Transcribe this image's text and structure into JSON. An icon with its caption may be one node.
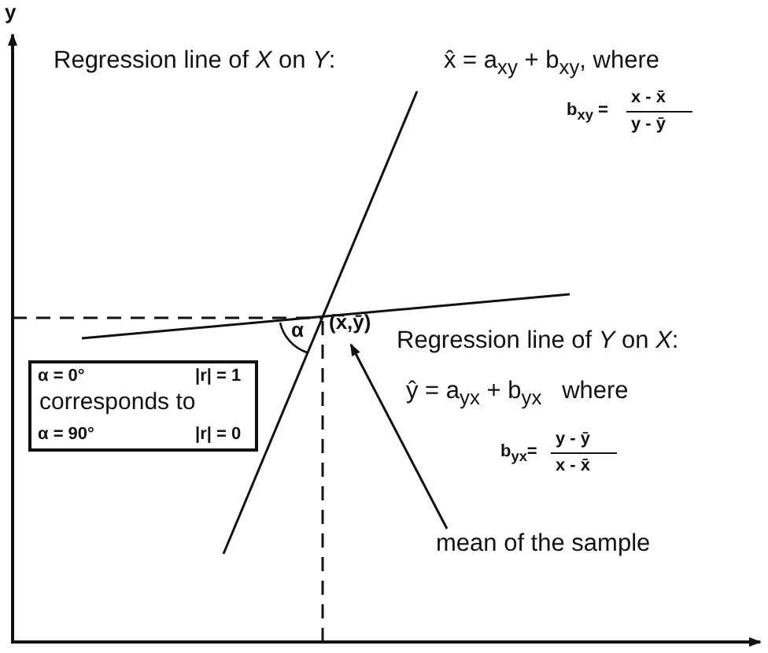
{
  "diagram": {
    "nodes": [
      {
        "text": [
          "α = 0°",
          "|r| = 1",
          "corresponds to",
          "α = 90°",
          "|r| = 0"
        ]
      },
      {
        "text": [
          "(x̄,ȳ)"
        ]
      },
      {
        "text": [
          "mean of the sample"
        ]
      }
    ],
    "edges": [
      {
        "from": 2,
        "to": 1,
        "arrow": "to"
      }
    ],
    "labels": [
      "y",
      "Regression line of *X* on *Y*:",
      "x̂ = a$_{xy}$ + b$_{xy}$, where",
      "b$_{xy}$ =",
      "x - x̄",
      "y - ȳ",
      "α",
      "Regression line of *Y* on *X*:",
      "ŷ = a$_{yx}$ + b$_{yx}$   where",
      "b$_{yx}$=",
      "y - ȳ",
      "x - x̄"
    ]
  }
}
